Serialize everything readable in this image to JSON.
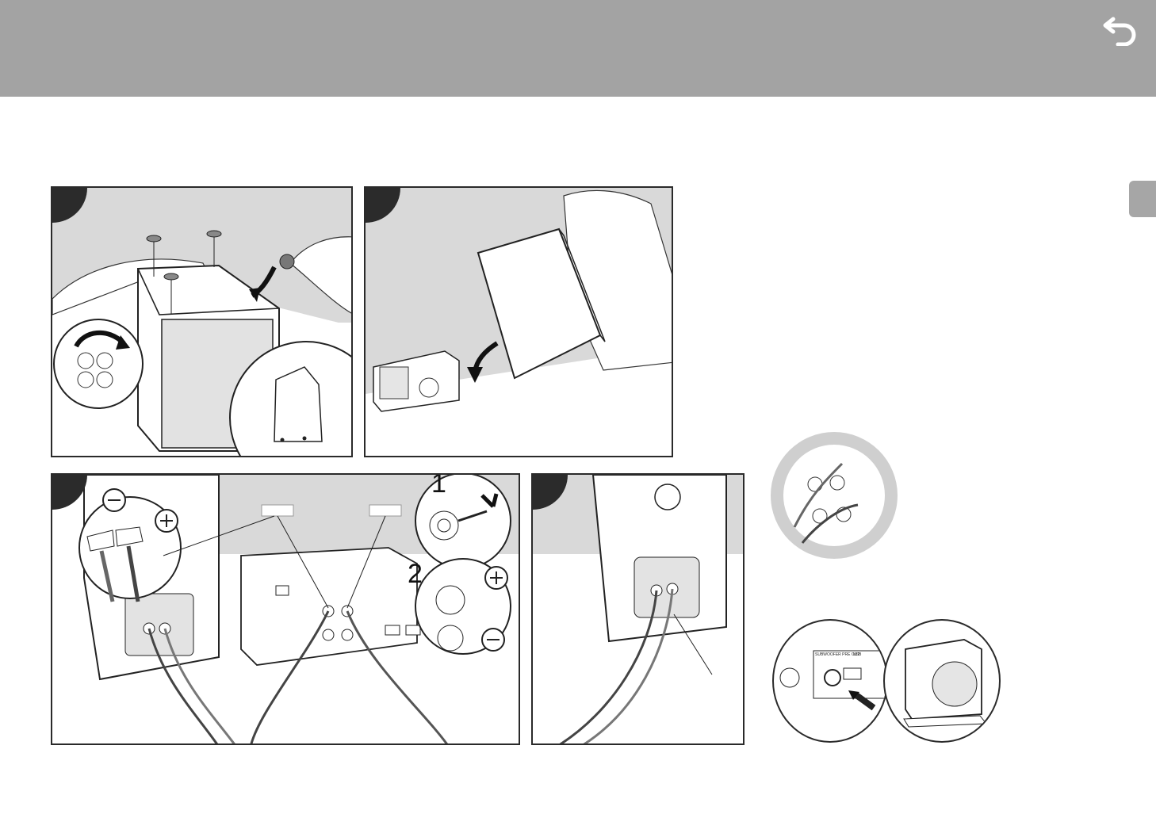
{
  "header": {
    "back_icon": "return-arrow-icon",
    "background": "#a3a3a3"
  },
  "side_tab": {
    "color": "#a6a6a6"
  },
  "figures": {
    "panel_1": {
      "description_icon": "speaker-feet-attach-illustration",
      "step_badge_color": "#2b2b2b"
    },
    "panel_2": {
      "description_icon": "speaker-placement-illustration"
    },
    "panel_3": {
      "description_icon": "speaker-cable-connection-illustration",
      "step1_label": "1",
      "step2_label": "2",
      "plus_symbol": "+",
      "minus_symbol": "−"
    },
    "panel_4": {
      "description_icon": "speaker-rear-terminals-illustration"
    },
    "inset_terminals": {
      "description_icon": "terminal-wiring-warning-illustration"
    },
    "inset_subwoofer": {
      "description_icon": "subwoofer-connection-illustration",
      "jack_label": "SUBWOOFER PRE OUT",
      "usb_label": "USB"
    }
  }
}
